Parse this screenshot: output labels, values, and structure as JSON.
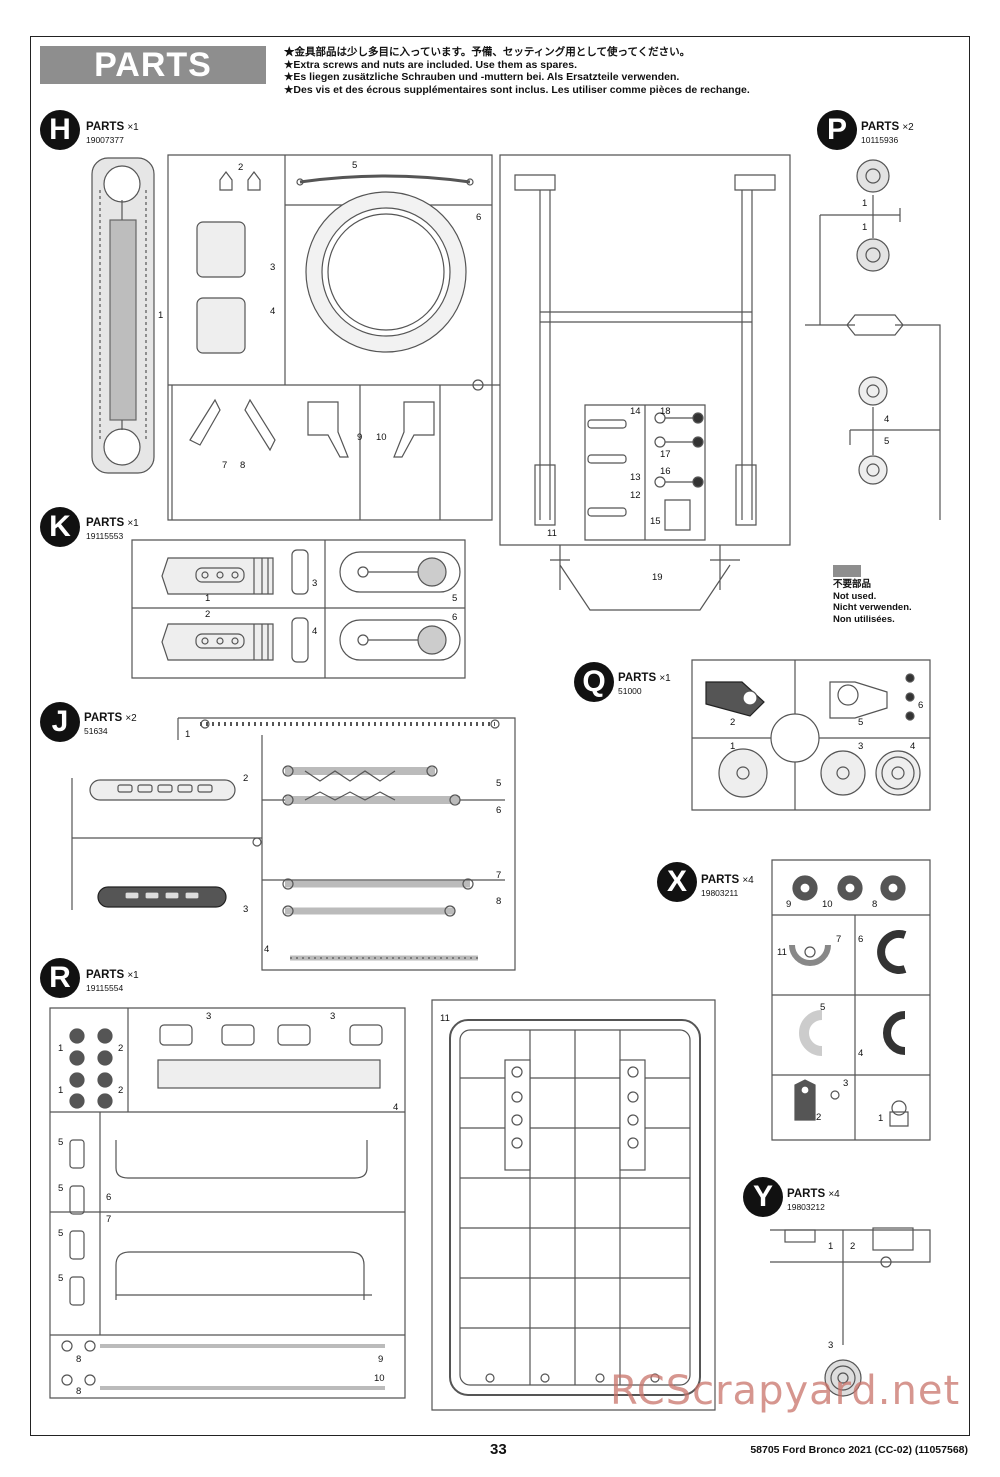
{
  "header": {
    "title": "PARTS",
    "notes": [
      "★金具部品は少し多目に入っています。予備、セッティング用として使ってください。",
      "★Extra screws and nuts are included. Use them as spares.",
      "★Es liegen zusätzliche Schrauben und -muttern bei. Als Ersatzteile verwenden.",
      "★Des vis et des écrous supplémentaires sont inclus. Les utiliser comme pièces de rechange."
    ]
  },
  "trees": {
    "H": {
      "letter": "H",
      "label": "PARTS",
      "qty": "×1",
      "number": "19007377",
      "labels": [
        "1",
        "2",
        "3",
        "4",
        "5",
        "6",
        "7",
        "8",
        "9",
        "10"
      ]
    },
    "P": {
      "letter": "P",
      "label": "PARTS",
      "qty": "×2",
      "number": "10115936",
      "labels": [
        "1",
        "1",
        "4",
        "5"
      ]
    },
    "K": {
      "letter": "K",
      "label": "PARTS",
      "qty": "×1",
      "number": "19115553",
      "labels": [
        "1",
        "2",
        "3",
        "4",
        "5",
        "6"
      ]
    },
    "J": {
      "letter": "J",
      "label": "PARTS",
      "qty": "×2",
      "number": "51634",
      "labels": [
        "1",
        "2",
        "3",
        "4",
        "5",
        "6",
        "7",
        "8"
      ]
    },
    "Q": {
      "letter": "Q",
      "label": "PARTS",
      "qty": "×1",
      "number": "51000",
      "labels": [
        "1",
        "2",
        "3",
        "4",
        "5",
        "6"
      ]
    },
    "X": {
      "letter": "X",
      "label": "PARTS",
      "qty": "×4",
      "number": "19803211",
      "labels": [
        "1",
        "2",
        "3",
        "4",
        "5",
        "6",
        "7",
        "8",
        "9",
        "10",
        "11"
      ]
    },
    "R": {
      "letter": "R",
      "label": "PARTS",
      "qty": "×1",
      "number": "19115554",
      "labels": [
        "1",
        "2",
        "1",
        "2",
        "3",
        "3",
        "4",
        "5",
        "5",
        "5",
        "5",
        "6",
        "7",
        "8",
        "8",
        "9",
        "10",
        "11"
      ]
    },
    "Y": {
      "letter": "Y",
      "label": "PARTS",
      "qty": "×4",
      "number": "19803212",
      "labels": [
        "1",
        "2",
        "3"
      ]
    },
    "H2": {
      "labels": [
        "11",
        "12",
        "13",
        "14",
        "15",
        "16",
        "17",
        "18",
        "19"
      ]
    }
  },
  "not_used": [
    "不要部品",
    "Not used.",
    "Nicht verwenden.",
    "Non utilisées."
  ],
  "page_number": "33",
  "footer": "58705 Ford Bronco 2021 (CC-02) (11057568)",
  "watermark": "RCScrapyard.net",
  "colors": {
    "tree": "#555555",
    "part_fill": "#d9d9d9",
    "part_dark": "#444444",
    "badge": "#111111",
    "not_used": "#8e8e8e"
  }
}
